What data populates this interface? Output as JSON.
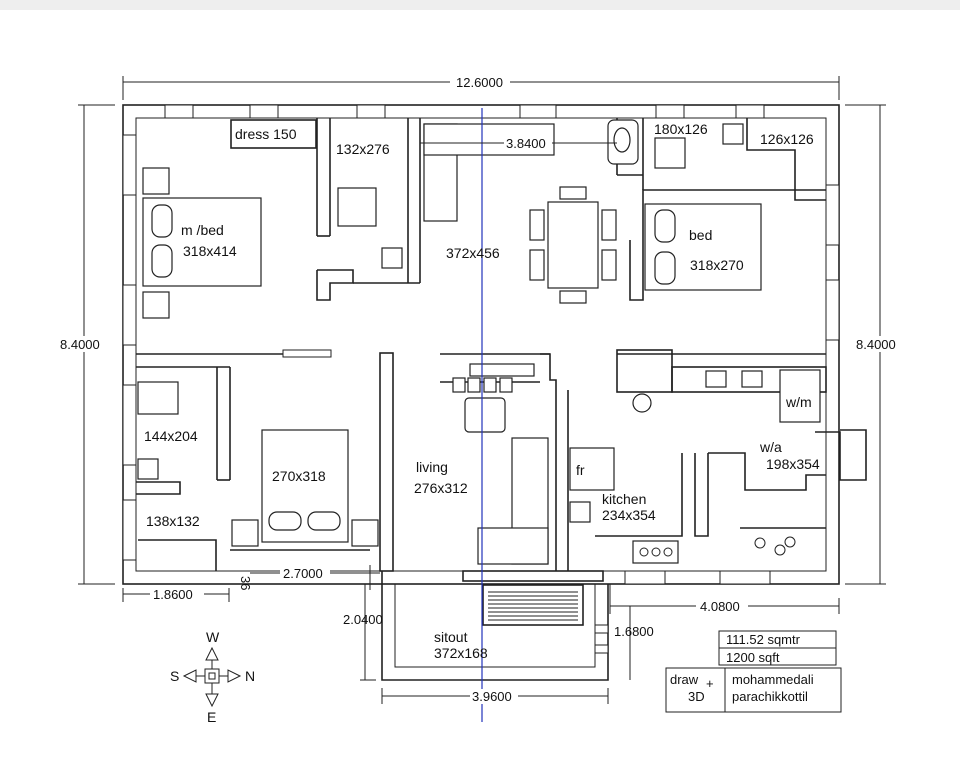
{
  "rooms": {
    "dress": "dress 150",
    "closet": "132x276",
    "mbed_name": "m /bed",
    "mbed_size": "318x414",
    "dining": "372x456",
    "bath1": "180x126",
    "bath2": "126x126",
    "bed_name": "bed",
    "bed_size": "318x270",
    "bath3": "144x204",
    "bed3_size": "270x318",
    "store": "138x132",
    "living_name": "living",
    "living_size": "276x312",
    "fridge": "fr",
    "kitchen_name": "kitchen",
    "kitchen_size": "234x354",
    "wm": "w/m",
    "wa_name": "w/a",
    "wa_size": "198x354",
    "sitout_name": "sitout",
    "sitout_size": "372x168"
  },
  "dimensions": {
    "top_width": "12.6000",
    "left_height": "8.4000",
    "right_height": "8.4000",
    "inner": "3.8400",
    "bottom_left": "1.8600",
    "bottom_36": "36",
    "bottom_mid": "2.7000",
    "sitout_depth": "2.0400",
    "sitout_width": "3.9600",
    "step_depth": "1.6800",
    "bottom_right": "4.0800"
  },
  "area": {
    "sqm": "111.52 sqmtr",
    "sqft": "1200 sqft"
  },
  "credit": {
    "logo_line1": "draw",
    "logo_plus": "+",
    "logo_line2": "3D",
    "name_line1": "mohammedali",
    "name_line2": "parachikkottil"
  },
  "compass": {
    "w": "W",
    "s": "S",
    "n": "N",
    "e": "E"
  },
  "colors": {
    "line": "#222222",
    "axis": "#2233bb"
  }
}
